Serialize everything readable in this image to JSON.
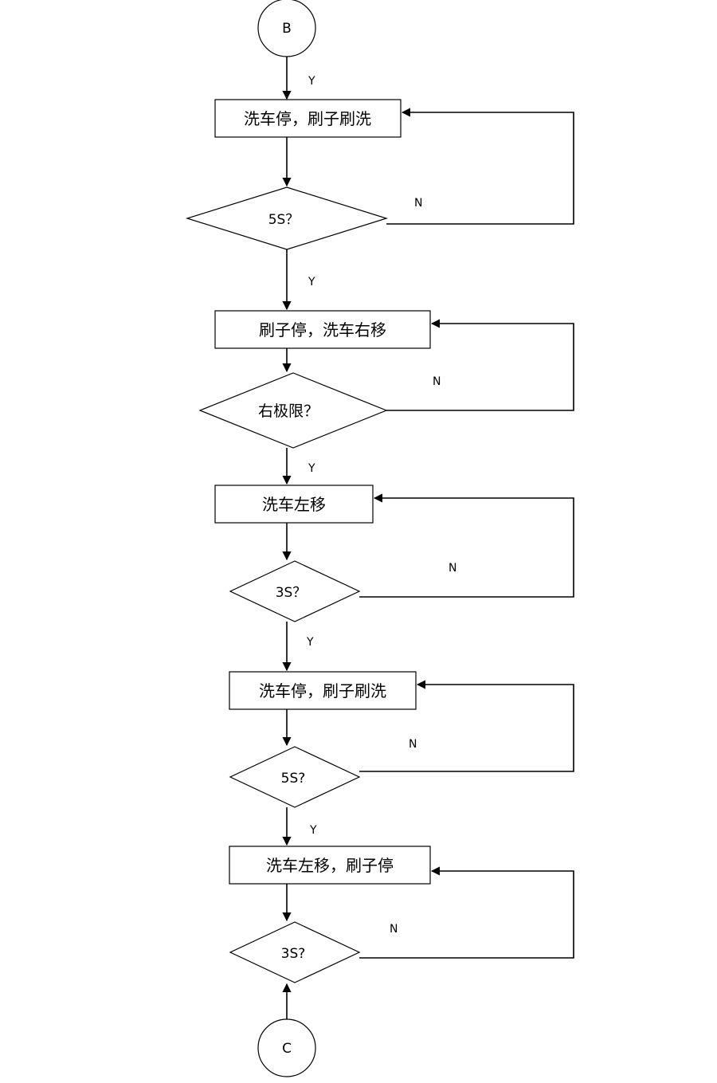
{
  "flowchart": {
    "connectors": {
      "top": "B",
      "bottom": "C"
    },
    "steps": [
      {
        "process": "洗车停，刷子刷洗",
        "decision": "5S？",
        "yes_label": "Y",
        "no_label": "N"
      },
      {
        "process": "刷子停，洗车右移",
        "decision": "右极限？",
        "yes_label": "Y",
        "no_label": "N"
      },
      {
        "process": "洗车左移",
        "decision": "3S？",
        "yes_label": "Y",
        "no_label": "N"
      },
      {
        "process": "洗车停，刷子刷洗",
        "decision": "5S?",
        "yes_label": "Y",
        "no_label": "N"
      },
      {
        "process": "洗车左移，刷子停",
        "decision": "3S?",
        "no_label": "N"
      }
    ],
    "entry_label": "Y"
  }
}
